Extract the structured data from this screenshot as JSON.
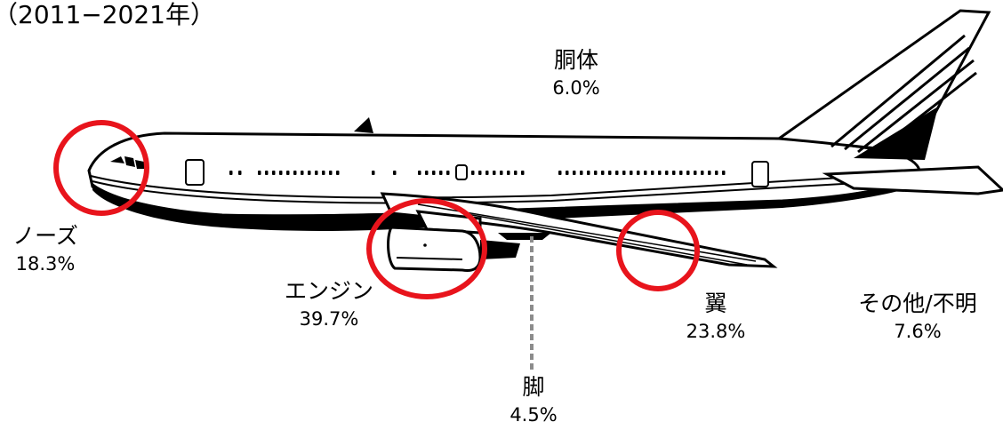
{
  "title": "（2011−2021年）",
  "parts": {
    "fuselage": {
      "name": "胴体",
      "pct": "6.0%"
    },
    "nose": {
      "name": "ノーズ",
      "pct": "18.3%"
    },
    "engine": {
      "name": "エンジン",
      "pct": "39.7%"
    },
    "gear": {
      "name": "脚",
      "pct": "4.5%"
    },
    "wing": {
      "name": "翼",
      "pct": "23.8%"
    },
    "other": {
      "name": "その他/不明",
      "pct": "7.6%"
    }
  },
  "colors": {
    "highlight": "#e8141c",
    "leader": "#8c8c8c",
    "ink": "#000000"
  }
}
